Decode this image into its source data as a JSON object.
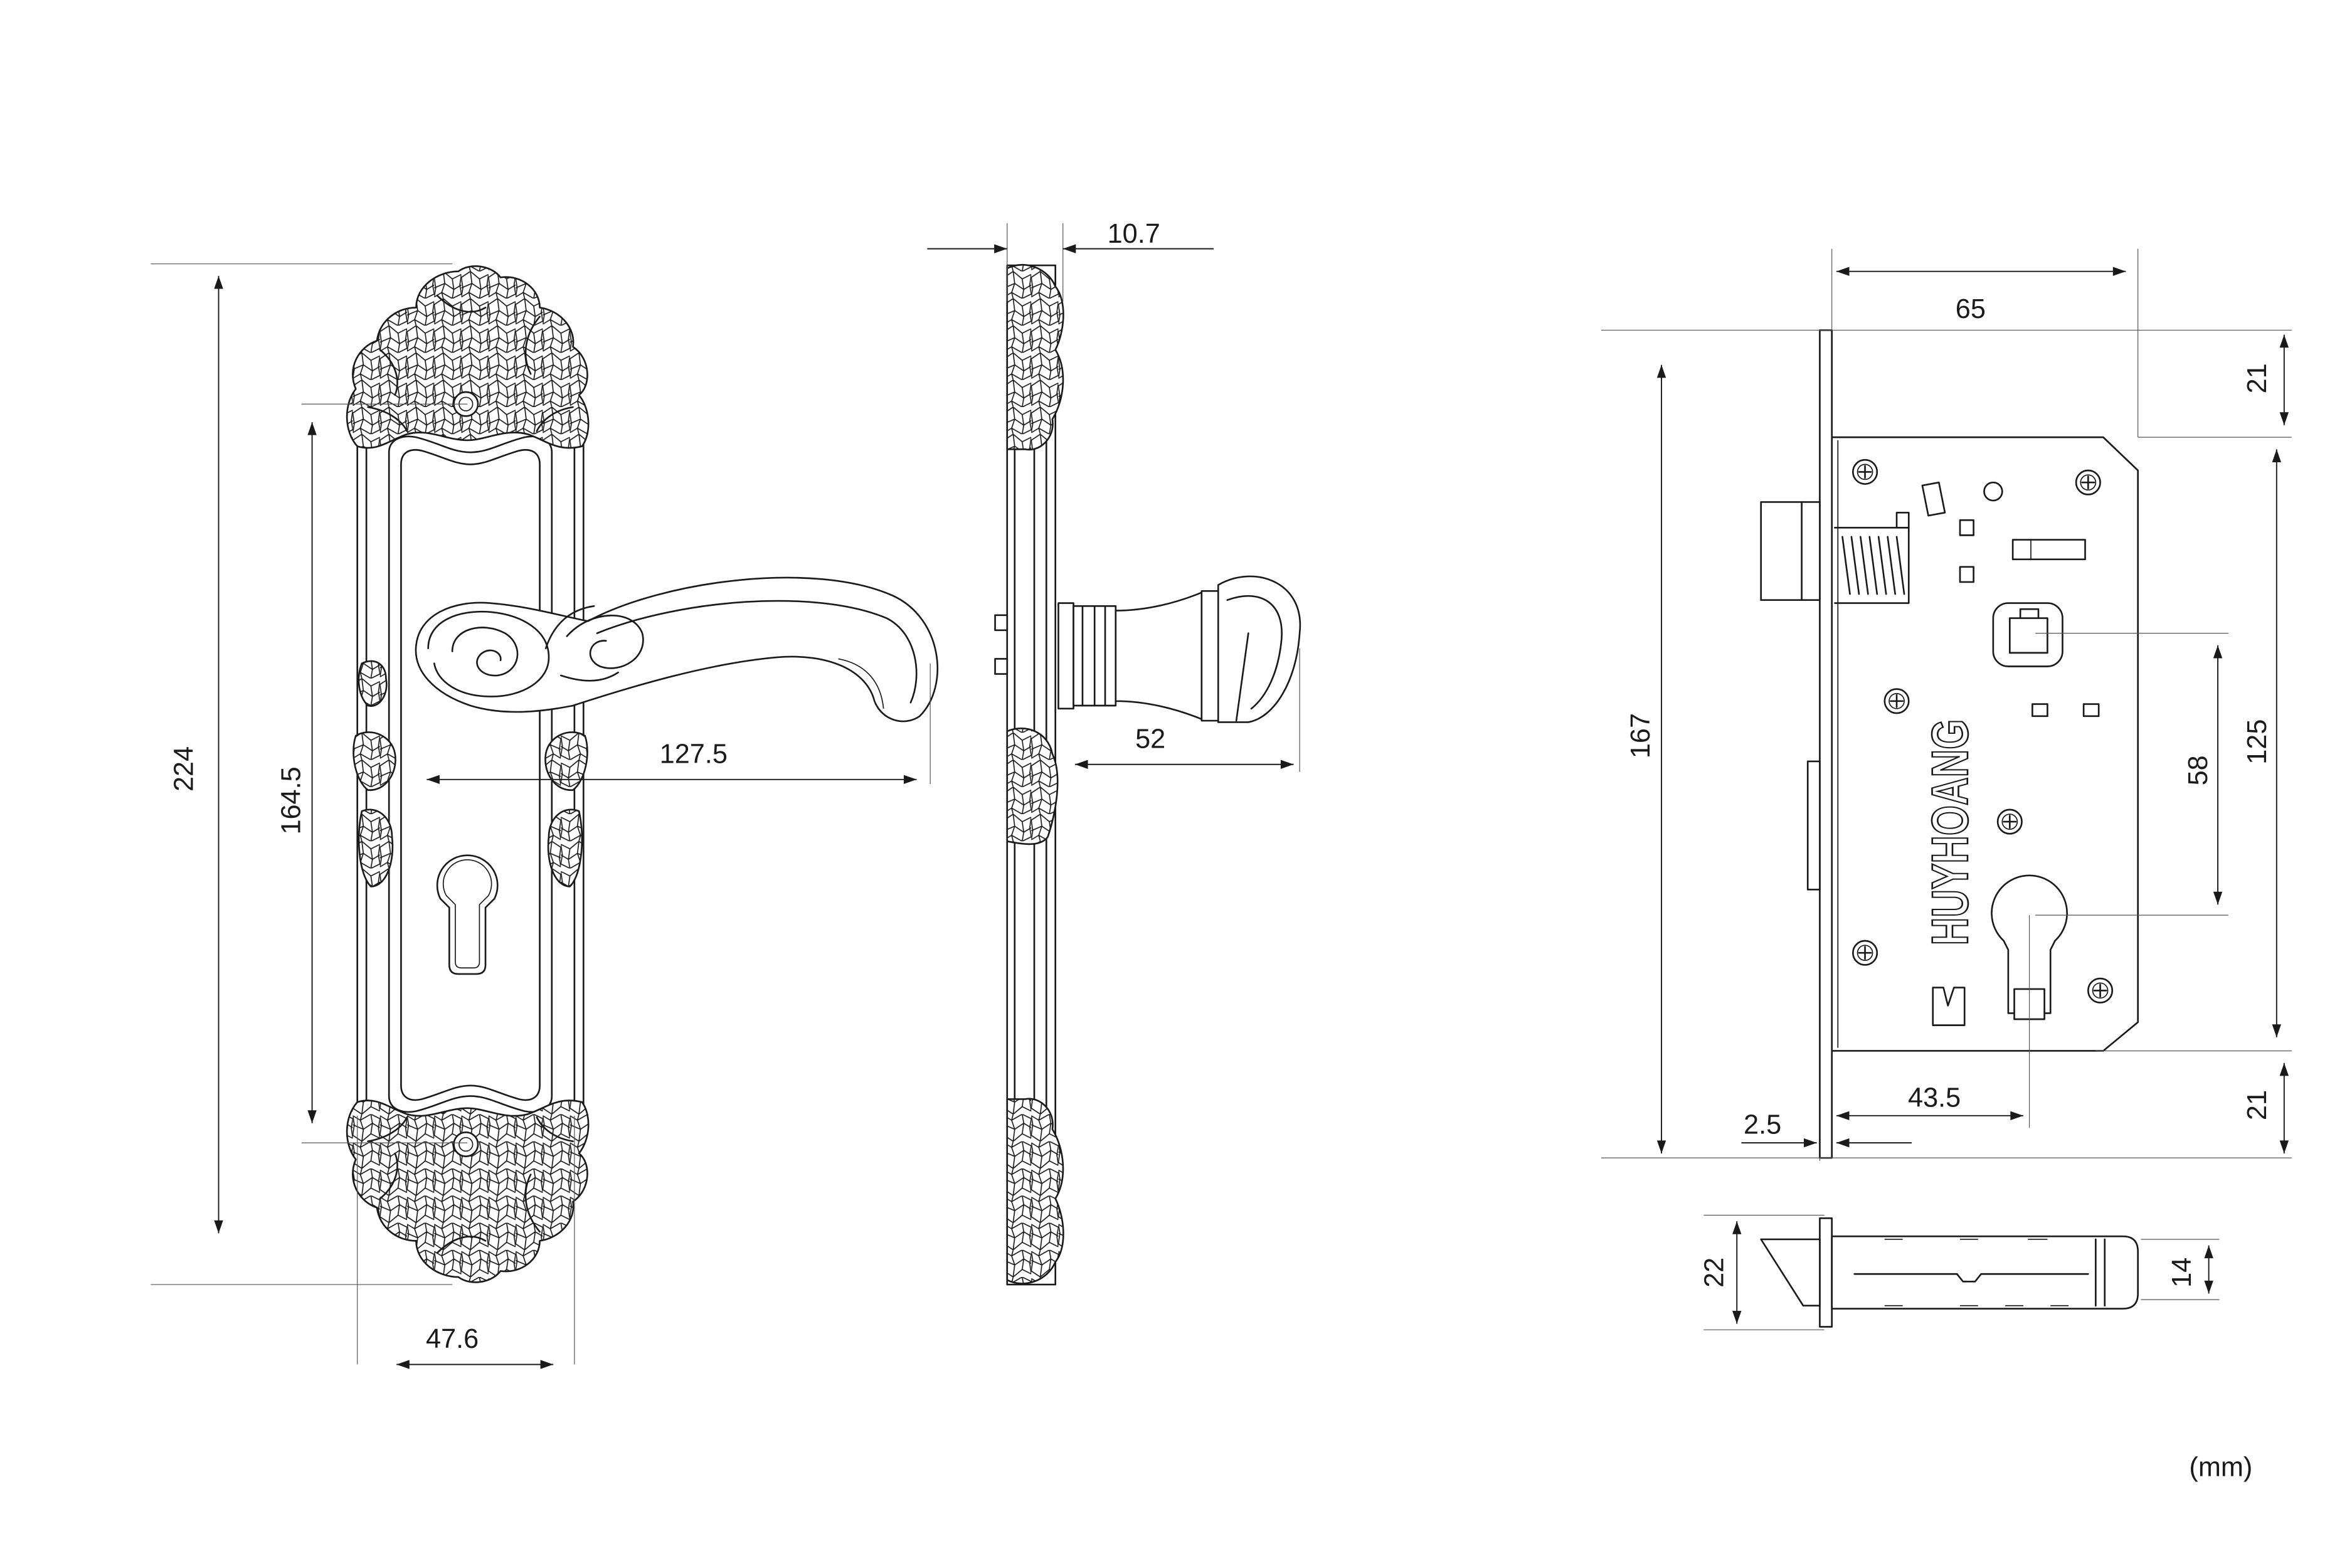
{
  "front_view": {
    "dims": {
      "overall_height": "224",
      "screw_spacing": "164.5",
      "handle_length": "127.5",
      "plate_width": "47.6"
    }
  },
  "side_view": {
    "dims": {
      "plate_thickness": "10.7",
      "handle_projection": "52"
    }
  },
  "mortise_lock": {
    "brand": "HUYHOANG",
    "dims": {
      "backset": "65",
      "top_offset": "21",
      "faceplate_height": "167",
      "case_height": "125",
      "spindle_to_cylinder": "58",
      "bottom_offset": "21",
      "cylinder_backset": "43.5",
      "faceplate_thickness": "2.5"
    }
  },
  "bottom_view": {
    "dims": {
      "faceplate_width": "22",
      "case_width": "14"
    }
  },
  "units": "(mm)"
}
